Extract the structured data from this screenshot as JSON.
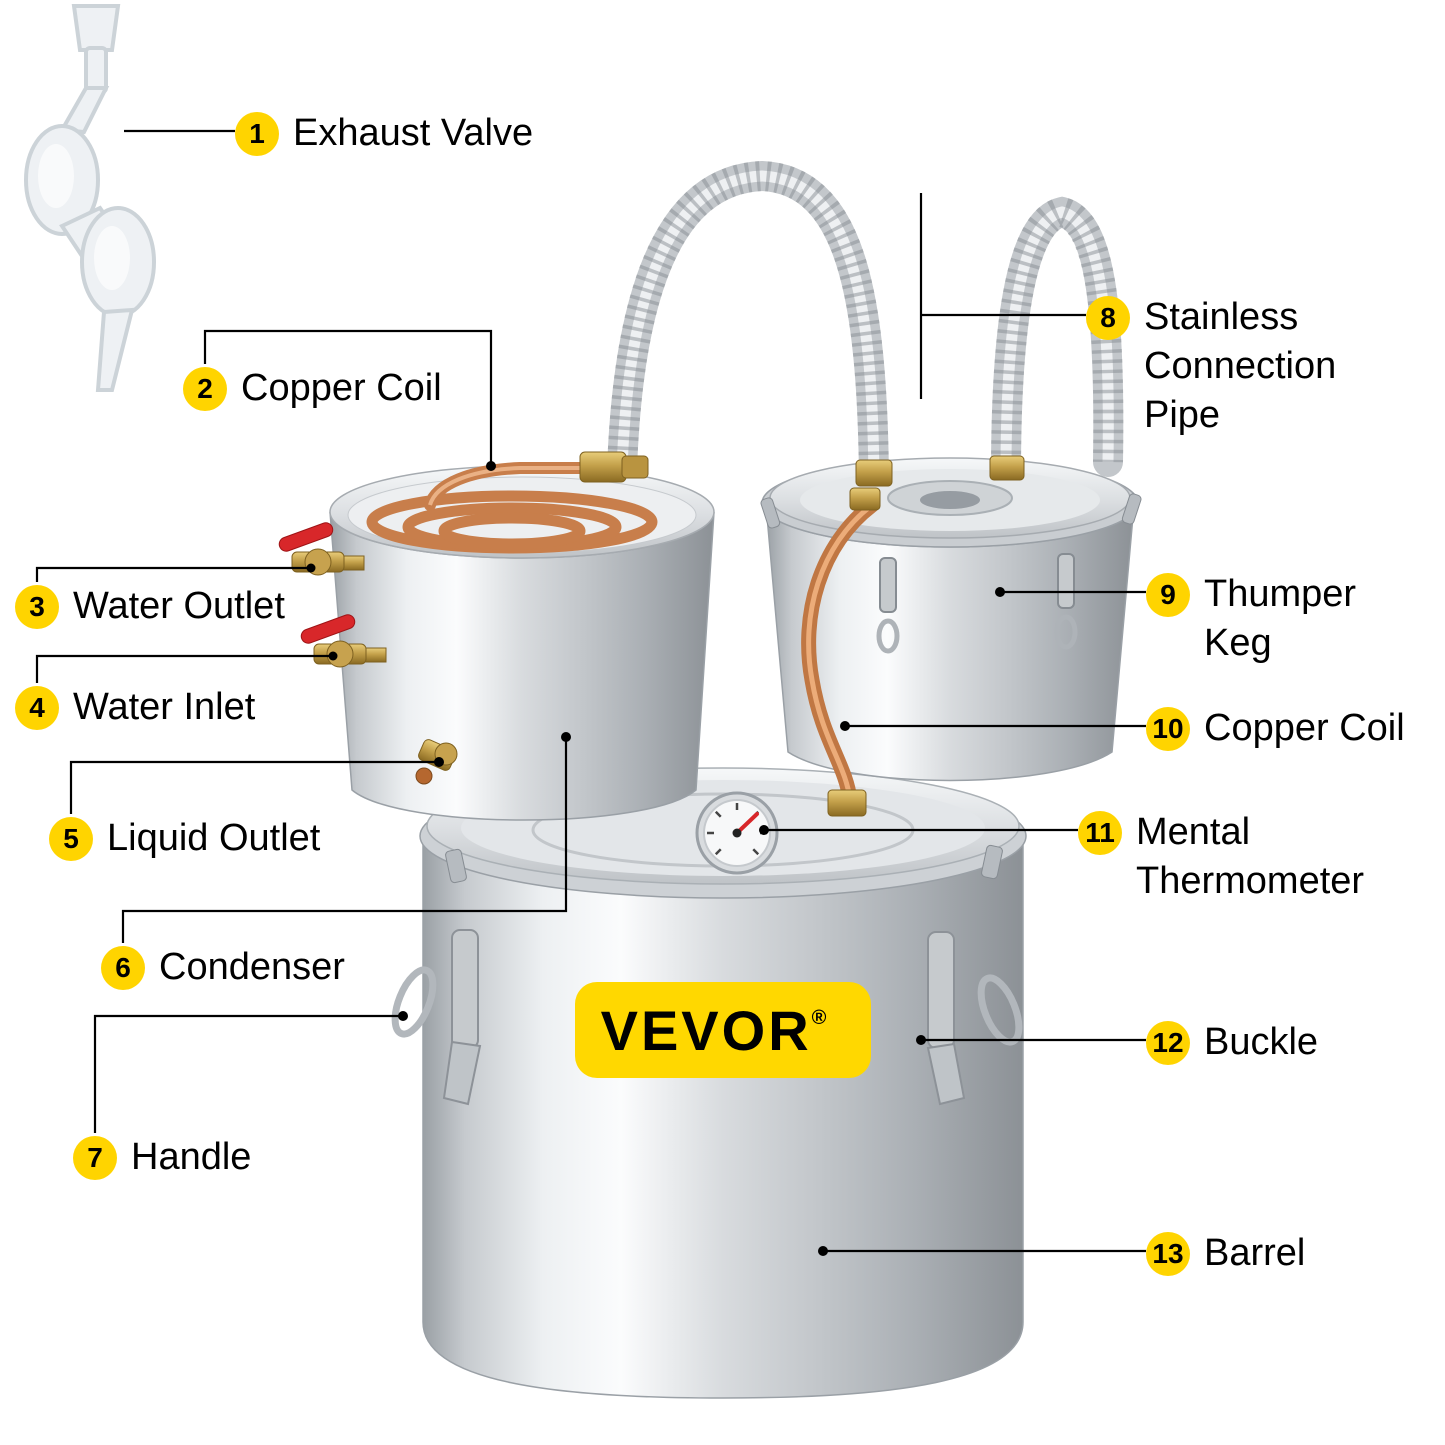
{
  "colors": {
    "badge": "#FFD400",
    "logo_bg": "#FFD800",
    "label_text": "#000000",
    "leader": "#000000"
  },
  "logo": {
    "text": "VEVOR",
    "registered": "®"
  },
  "labels": [
    {
      "num": "1",
      "text": "Exhaust Valve"
    },
    {
      "num": "2",
      "text": "Copper Coil"
    },
    {
      "num": "3",
      "text": "Water Outlet"
    },
    {
      "num": "4",
      "text": "Water Inlet"
    },
    {
      "num": "5",
      "text": "Liquid Outlet"
    },
    {
      "num": "6",
      "text": "Condenser"
    },
    {
      "num": "7",
      "text": "Handle"
    },
    {
      "num": "8",
      "text": "Stainless\nConnection\nPipe"
    },
    {
      "num": "9",
      "text": "Thumper\nKeg"
    },
    {
      "num": "10",
      "text": "Copper Coil"
    },
    {
      "num": "11",
      "text": "Mental\nThermometer"
    },
    {
      "num": "12",
      "text": "Buckle"
    },
    {
      "num": "13",
      "text": "Barrel"
    }
  ]
}
